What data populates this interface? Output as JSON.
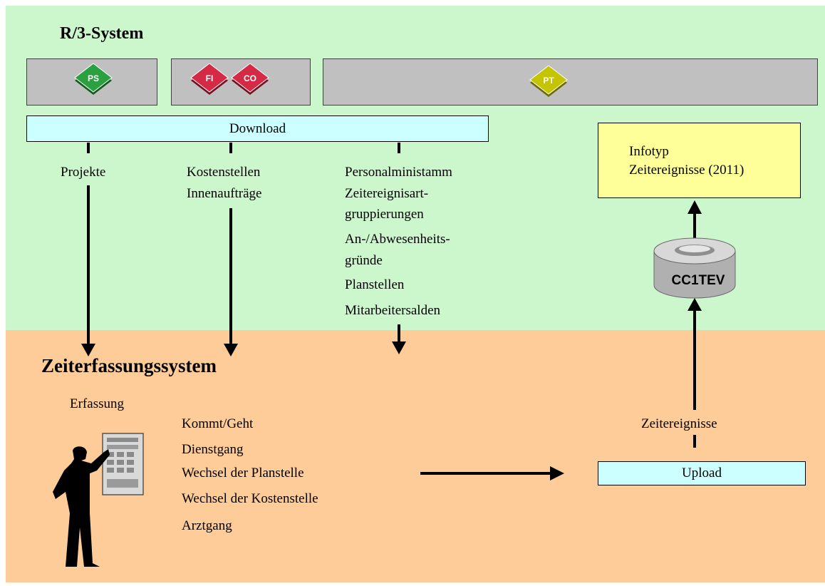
{
  "r3_system": {
    "title": "R/3-System",
    "modules": [
      {
        "label": "PS",
        "color": "#1f8a2e"
      },
      {
        "label": "FI",
        "color": "#c8203a"
      },
      {
        "label": "CO",
        "color": "#c8203a"
      },
      {
        "label": "PT",
        "color": "#b8b800"
      }
    ],
    "download_label": "Download",
    "columns": {
      "projekte": [
        "Projekte"
      ],
      "kosten": [
        "Kostenstellen",
        "Innenaufträge"
      ],
      "personal": [
        "Personalministamm",
        "Zeitereignisart-",
        "gruppierungen",
        "An-/Abwesenheits-",
        "gründe",
        "Planstellen",
        "Mitarbeitersalden"
      ]
    },
    "infotyp": [
      "Infotyp",
      "Zeitereignisse (2011)"
    ],
    "database_label": "CC1TEV"
  },
  "zeiterfassung": {
    "title": "Zeiterfassungssystem",
    "erfassung_label": "Erfassung",
    "events": [
      "Kommt/Geht",
      "Dienstgang",
      "Wechsel der Planstelle",
      "Wechsel der Kostenstelle",
      "Arztgang"
    ],
    "upload_label": "Upload",
    "zeitereignisse_label": "Zeitereignisse"
  },
  "colors": {
    "r3_background": "#ccf7cc",
    "zeit_background": "#fecc99",
    "bar_fill": "#ccffff",
    "infotyp_fill": "#ffff99"
  }
}
